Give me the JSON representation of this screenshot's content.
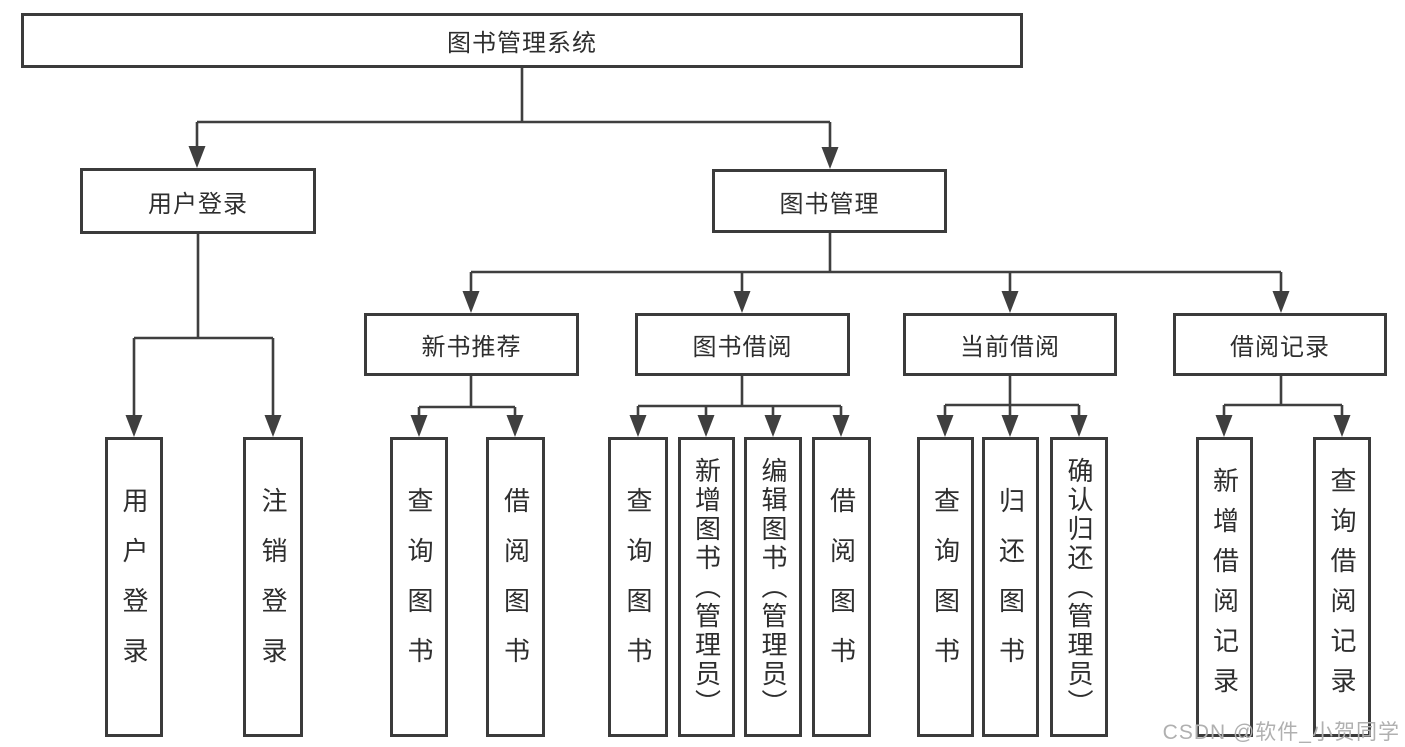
{
  "diagram_title": "图书管理系统",
  "tree": {
    "root": {
      "label": "图书管理系统"
    },
    "user_login": {
      "label": "用户登录",
      "children": [
        {
          "label": "用户登录"
        },
        {
          "label": "注销登录"
        }
      ]
    },
    "book_mgmt": {
      "label": "图书管理",
      "children": [
        {
          "label": "新书推荐",
          "children": [
            {
              "label": "查询图书"
            },
            {
              "label": "借阅图书"
            }
          ]
        },
        {
          "label": "图书借阅",
          "children": [
            {
              "label": "查询图书"
            },
            {
              "label": "新增图书（管理员）"
            },
            {
              "label": "编辑图书（管理员）"
            },
            {
              "label": "借阅图书"
            }
          ]
        },
        {
          "label": "当前借阅",
          "children": [
            {
              "label": "查询图书"
            },
            {
              "label": "归还图书"
            },
            {
              "label": "确认归还（管理员）"
            }
          ]
        },
        {
          "label": "借阅记录",
          "children": [
            {
              "label": "新增借阅记录"
            },
            {
              "label": "查询借阅记录"
            }
          ]
        }
      ]
    }
  },
  "watermark": "CSDN @软件_小贺同学",
  "colors": {
    "border": "#3b3b3b",
    "line": "#3f3f3f",
    "text": "#2e2e2e",
    "watermark": "#b0b0b0"
  }
}
